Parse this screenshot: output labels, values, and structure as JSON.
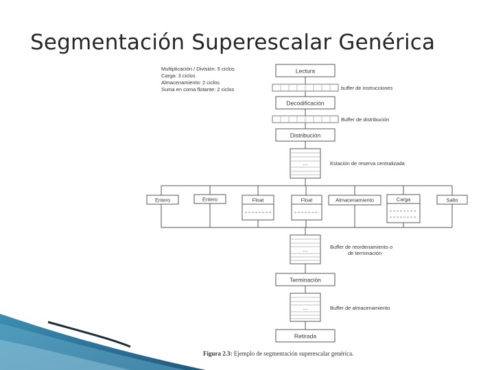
{
  "slide": {
    "title": "Segmentación Superescalar Genérica"
  },
  "latencies": [
    "Multiplicación / División: 5 ciclos",
    "Carga: 3 ciclos",
    "Almacenamiento: 2 ciclos",
    "Suma en coma flotante: 2 ciclos"
  ],
  "stages": {
    "lectura": "Lectura",
    "decodificacion": "Decodificación",
    "distribucion": "Distribución",
    "terminacion": "Terminación",
    "retirada": "Retirada"
  },
  "buffers": {
    "instrucciones": "buffer de instrucciones",
    "distribucion": "Buffer de distribución",
    "reserva": "Estación de reserva centralizada",
    "reordenamiento_1": "Buffer de reordenamiento o",
    "reordenamiento_2": "de terminación",
    "almacenamiento": "Buffer de almacenamiento",
    "ellipsis": "..."
  },
  "units": [
    "Entero",
    "Entero",
    "Float",
    "Float",
    "Almacenamiento",
    "Carga",
    "Salto"
  ],
  "caption": {
    "label": "Figura 2.3:",
    "text": "Ejemplo de segmentación superescalar genérica."
  }
}
